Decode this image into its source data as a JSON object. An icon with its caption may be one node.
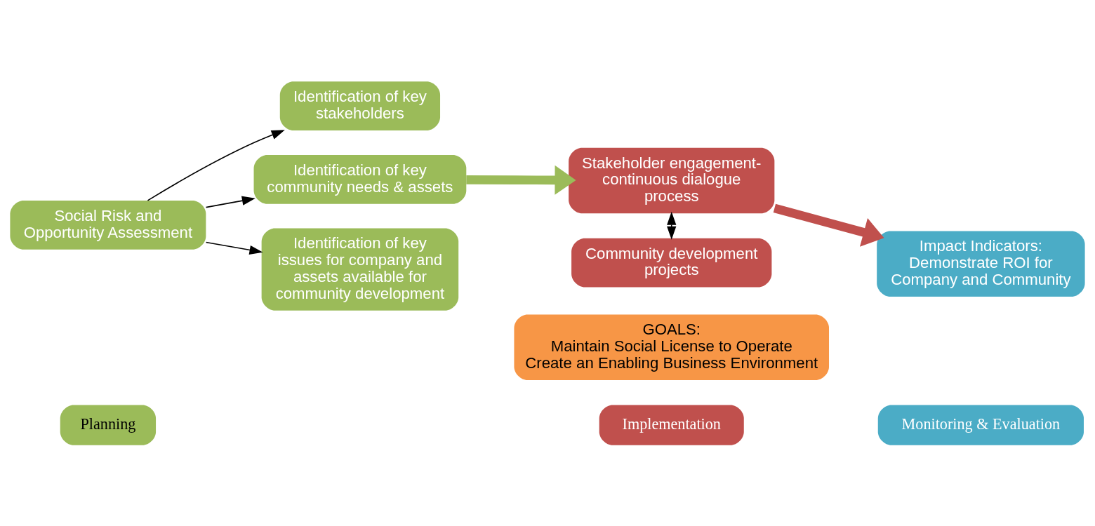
{
  "diagram": {
    "nodes": [
      {
        "text": [
          "Planning"
        ]
      },
      {
        "text": [
          "Implementation"
        ]
      },
      {
        "text": [
          "Monitoring & Evaluation"
        ]
      },
      {
        "text": [
          "Social Risk and Opportunity Assessment"
        ]
      },
      {
        "text": [
          "Identification of key stakeholders"
        ]
      },
      {
        "text": [
          "Identification of key community needs & assets"
        ]
      },
      {
        "text": [
          "Identification of key issues for company and assets available for community development"
        ]
      },
      {
        "text": [
          "Stakeholder engagement- continuous dialogue process"
        ]
      },
      {
        "text": [
          "Community development projects"
        ]
      },
      {
        "text": [
          "Impact Indicators: Demonstrate ROI for Company and Community"
        ]
      },
      {
        "text": [
          "GOALS:",
          "Maintain Social License to Operate",
          "Create an Enabling Business Environment"
        ]
      }
    ],
    "edges": [
      {
        "from": 3,
        "to": 4,
        "arrow": "to"
      },
      {
        "from": 3,
        "to": 5,
        "arrow": "to"
      },
      {
        "from": 3,
        "to": 6,
        "arrow": "to"
      },
      {
        "from": 5,
        "to": 7,
        "arrow": "to",
        "style": "thick",
        "color": "#9bbb59"
      },
      {
        "from": 7,
        "to": 8,
        "arrow": "both"
      },
      {
        "from": 7,
        "to": 9,
        "arrow": "to",
        "style": "thick",
        "color": "#c0504d"
      }
    ]
  }
}
